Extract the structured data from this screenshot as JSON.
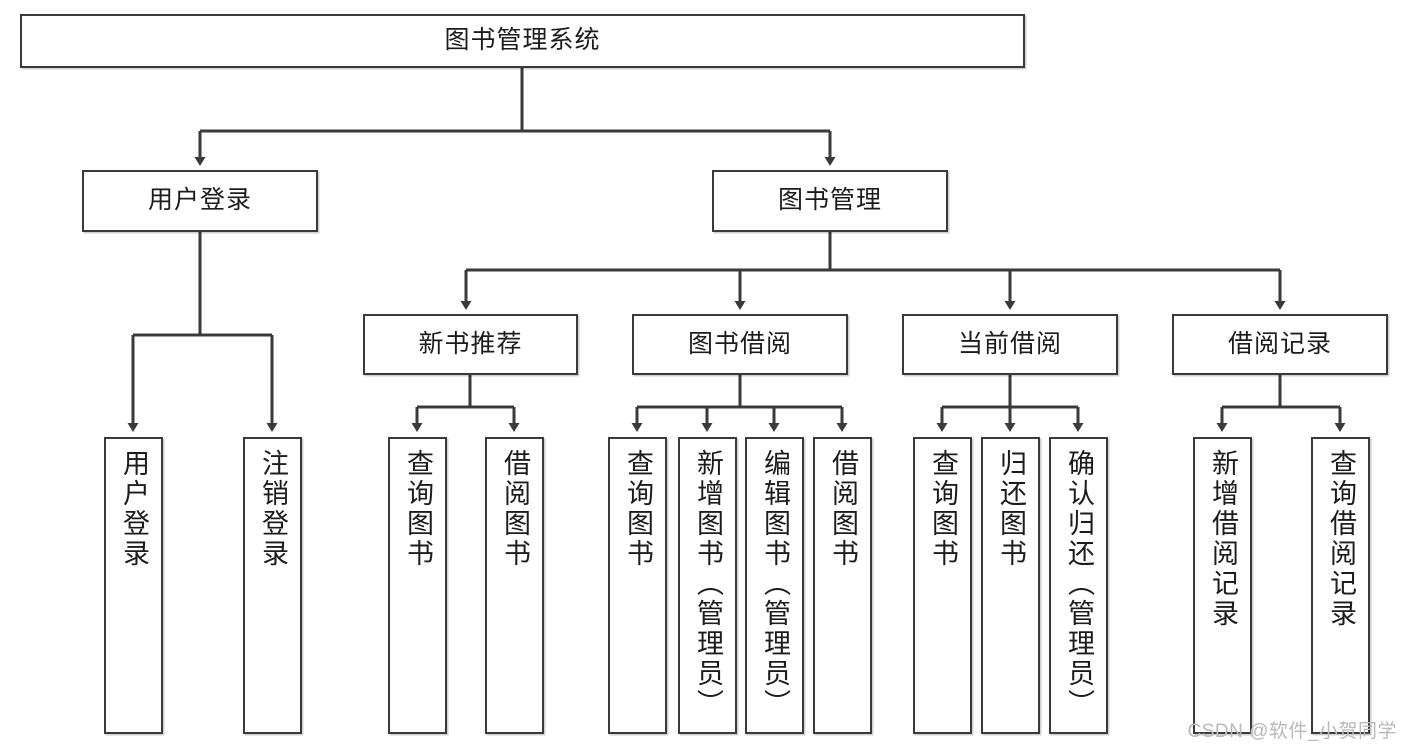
{
  "diagram": {
    "title": "图书管理系统",
    "watermark": "CSDN @软件_小贺同学",
    "line_color": "#3a3a3a",
    "box_fill": "#ffffff",
    "text_color": "#1c1c1c",
    "nodes": {
      "root": {
        "label": "图书管理系统"
      },
      "level1": [
        {
          "label": "用户登录"
        },
        {
          "label": "图书管理"
        }
      ],
      "level2": [
        {
          "label": "新书推荐"
        },
        {
          "label": "图书借阅"
        },
        {
          "label": "当前借阅"
        },
        {
          "label": "借阅记录"
        }
      ],
      "leaves": {
        "user_login": [
          {
            "label": "用户登录"
          },
          {
            "label": "注销登录"
          }
        ],
        "new_book": [
          {
            "label": "查询图书"
          },
          {
            "label": "借阅图书"
          }
        ],
        "book_borrow": [
          {
            "label": "查询图书"
          },
          {
            "label": "新增图书（管理员）"
          },
          {
            "label": "编辑图书（管理员）"
          },
          {
            "label": "借阅图书"
          }
        ],
        "current_borrow": [
          {
            "label": "查询图书"
          },
          {
            "label": "归还图书"
          },
          {
            "label": "确认归还（管理员）"
          }
        ],
        "borrow_record": [
          {
            "label": "新增借阅记录"
          },
          {
            "label": "查询借阅记录"
          }
        ]
      }
    }
  }
}
